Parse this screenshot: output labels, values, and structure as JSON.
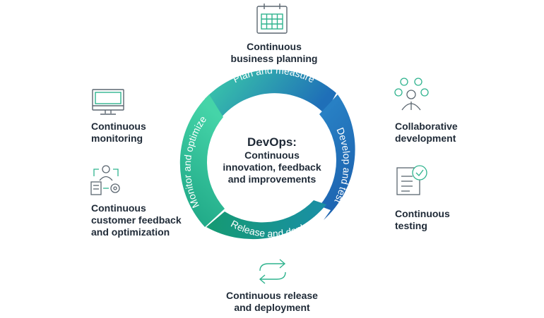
{
  "center": {
    "title": "DevOps:",
    "subtitle": "Continuous\ninnovation, feedback\nand improvements"
  },
  "cycle": {
    "stages": [
      {
        "label": "Plan and measure"
      },
      {
        "label": "Develop and test"
      },
      {
        "label": "Release and deploy"
      },
      {
        "label": "Monitor and optimize"
      }
    ]
  },
  "practices": [
    {
      "label": "Continuous\nbusiness planning",
      "icon": "calendar-icon"
    },
    {
      "label": "Collaborative\ndevelopment",
      "icon": "team-icon"
    },
    {
      "label": "Continuous\ntesting",
      "icon": "checklist-icon"
    },
    {
      "label": "Continuous release\nand deployment",
      "icon": "loop-arrows-icon"
    },
    {
      "label": "Continuous\ncustomer feedback\nand optimization",
      "icon": "feedback-icon"
    },
    {
      "label": "Continuous\nmonitoring",
      "icon": "monitor-icon"
    }
  ],
  "colors": {
    "teal": "#23b59e",
    "green": "#1aa58a",
    "mint": "#3fd1a6",
    "blue": "#1f78c0",
    "icon_green": "#2fb38e",
    "icon_gray": "#5b6670",
    "text": "#1f2a37"
  }
}
